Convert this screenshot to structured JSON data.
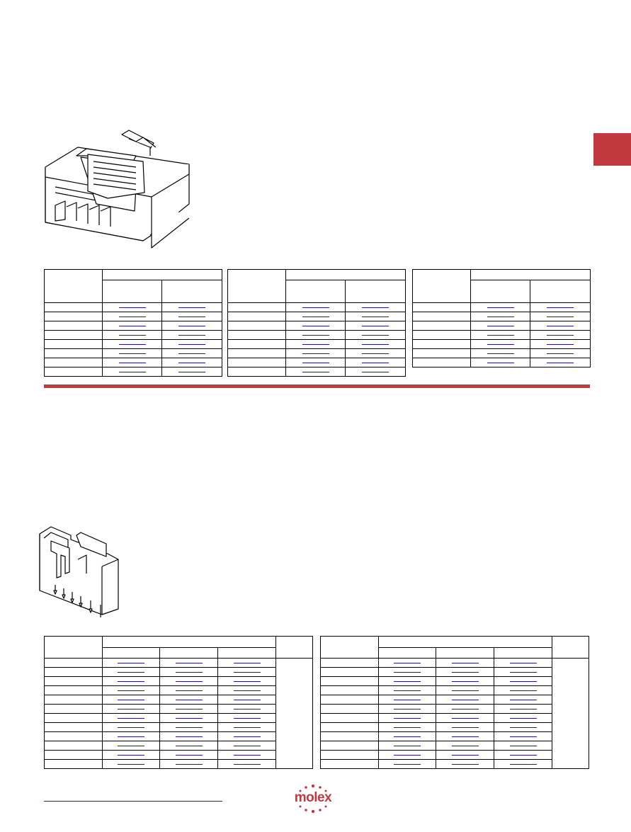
{
  "brand": {
    "accent_color": "#c1393f",
    "link_color": "#1a1aa0"
  },
  "logo": {
    "text": "molex"
  },
  "icons": {
    "receptacle": "receptacle-housing-drawing",
    "header": "vertical-header-drawing"
  }
}
